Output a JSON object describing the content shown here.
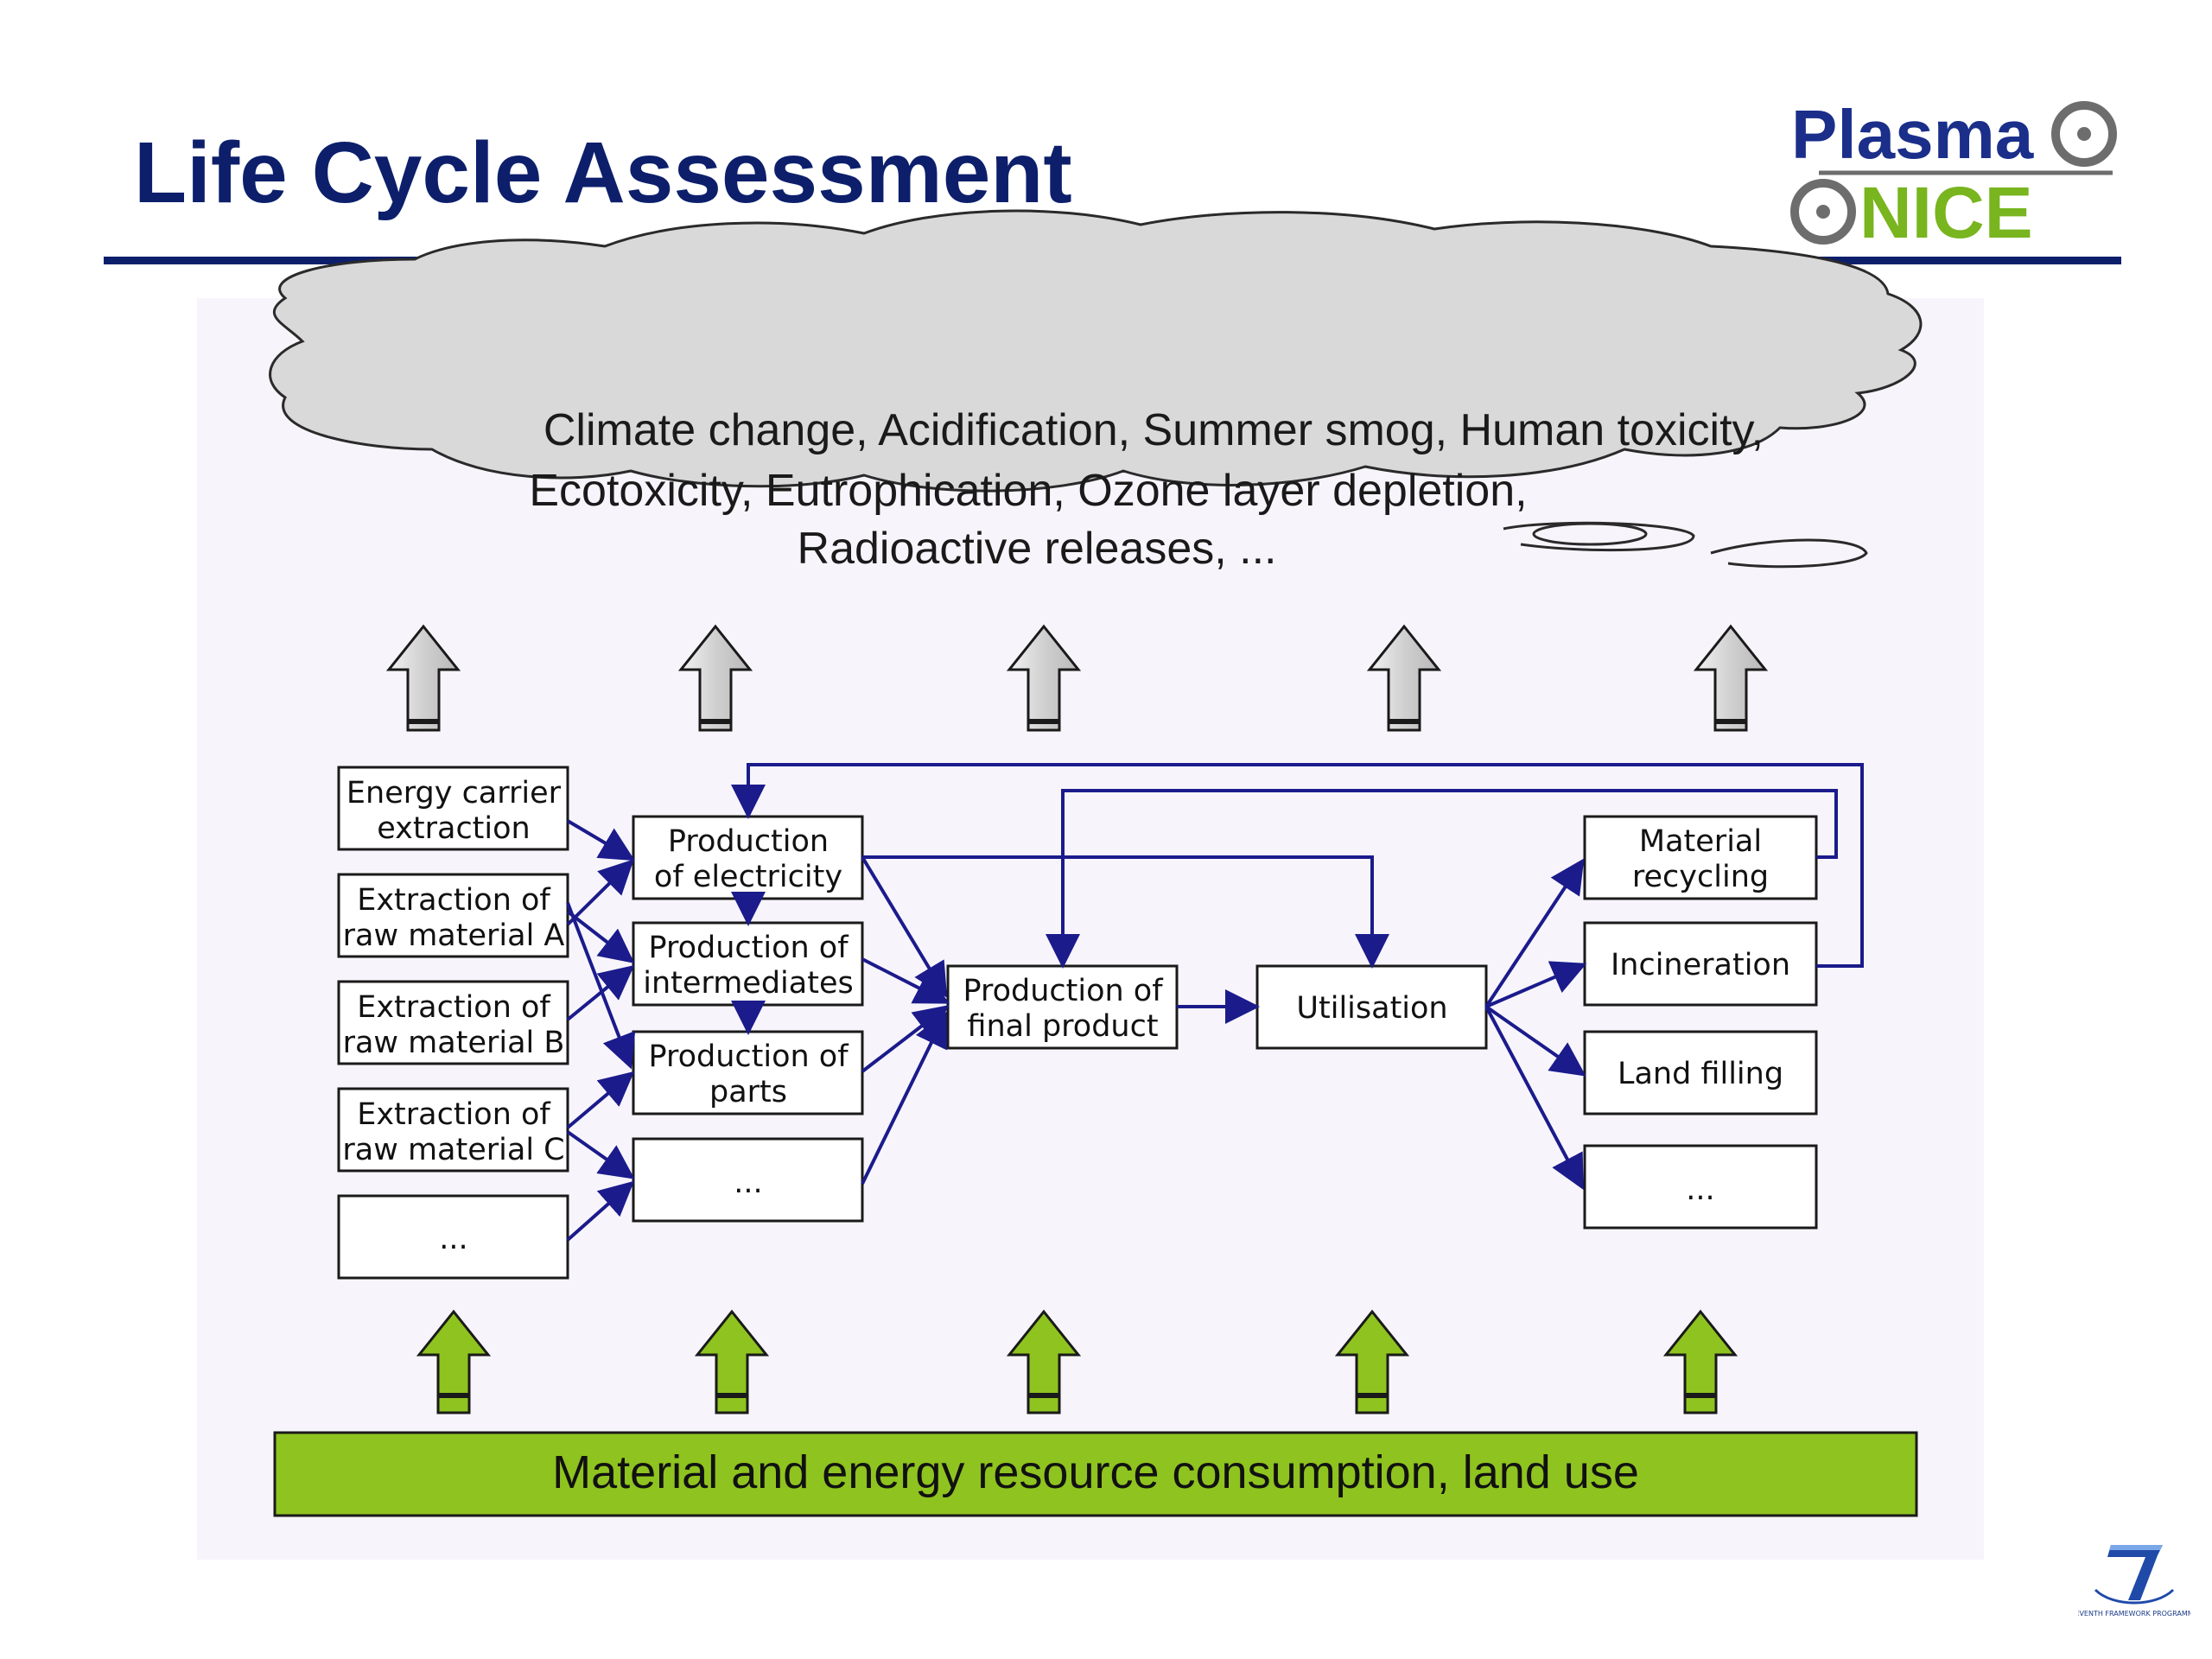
{
  "slide": {
    "title": "Life Cycle Assessment"
  },
  "logo": {
    "line1": "Plasma",
    "line2": "NICE"
  },
  "fp7": {
    "caption": "SEVENTH FRAMEWORK PROGRAMME"
  },
  "impacts": {
    "line1": "Climate change, Acidification, Summer smog, Human toxicity,",
    "line2": "Ecotoxicity, Eutrophication, Ozone layer depletion,",
    "line3": "Radioactive releases, ..."
  },
  "resources": {
    "label": "Material and energy resource consumption, land use"
  },
  "nodes": {
    "energy_carrier": [
      "Energy carrier",
      "extraction"
    ],
    "raw_a": [
      "Extraction of",
      "raw material A"
    ],
    "raw_b": [
      "Extraction of",
      "raw material B"
    ],
    "raw_c": [
      "Extraction of",
      "raw material C"
    ],
    "extraction_more": "...",
    "electricity": [
      "Production",
      "of electricity"
    ],
    "intermediates": [
      "Production of",
      "intermediates"
    ],
    "parts": [
      "Production of",
      "parts"
    ],
    "production_more": "...",
    "final_product": [
      "Production of",
      "final product"
    ],
    "utilisation": "Utilisation",
    "recycling": [
      "Material",
      "recycling"
    ],
    "incineration": "Incineration",
    "land_filling": "Land filling",
    "eol_more": "..."
  },
  "colors": {
    "title": "#0d1f6b",
    "arrow": "#1b1b8c",
    "resource_green": "#8fc31f",
    "cloud_fill": "#d9d9d9"
  }
}
